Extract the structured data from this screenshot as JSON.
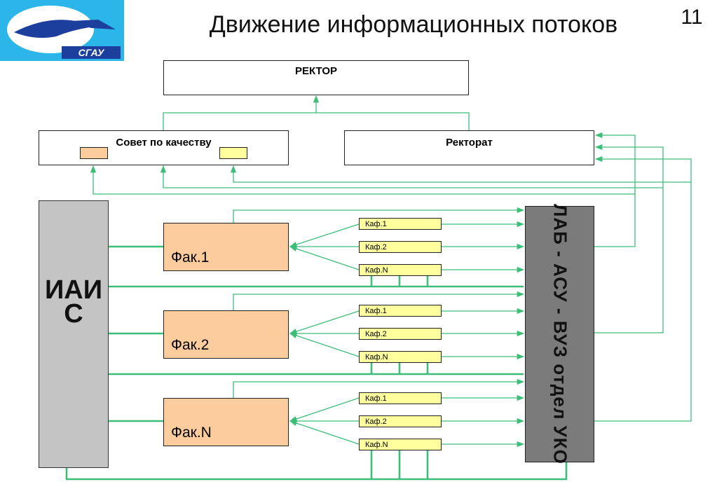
{
  "header": {
    "title": "Движение информационных потоков",
    "page_number": "11",
    "logo_text": "СГАУ"
  },
  "nodes": {
    "rector": "РЕКТОР",
    "quality_council": "Совет по качеству",
    "rectorate": "Ректорат",
    "iais": "ИАИС",
    "lab": "ЛАБ - АСУ - ВУЗ  отдел  УКО"
  },
  "faculties": [
    {
      "label": "Фак.1",
      "departments": [
        "Каф.1",
        "Каф.2",
        "Каф.N"
      ]
    },
    {
      "label": "Фак.2",
      "departments": [
        "Каф.1",
        "Каф.2",
        "Каф.N"
      ]
    },
    {
      "label": "Фак.N",
      "departments": [
        "Каф.1",
        "Каф.2",
        "Каф.N"
      ]
    }
  ],
  "colors": {
    "flow_line": "#3cbe78",
    "faculty_fill": "#fccc9c",
    "department_fill": "#ffff9e",
    "iais_fill": "#c4c4c4",
    "lab_fill": "#7b7b7b",
    "logo_bg": "#2bb5e8"
  }
}
